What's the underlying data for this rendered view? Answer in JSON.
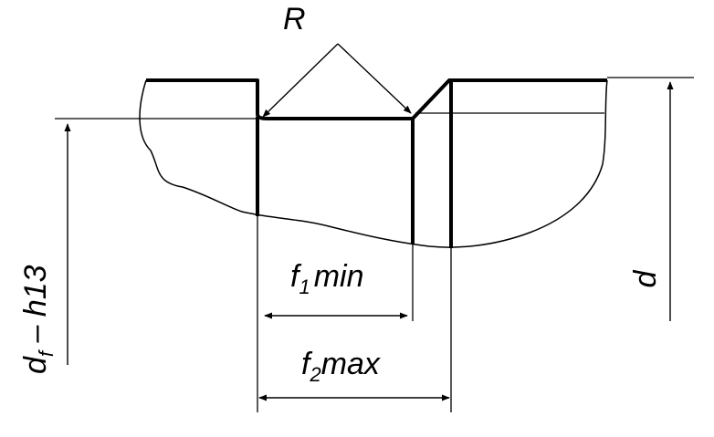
{
  "labels": {
    "radius": "R",
    "f1_main": "f",
    "f1_sub": "1",
    "f1_suffix": "min",
    "f2_main": "f",
    "f2_sub": "2",
    "f2_suffix": "max",
    "d": "d",
    "df_main": "d",
    "df_sub": "f",
    "df_suffix": " – h13"
  }
}
